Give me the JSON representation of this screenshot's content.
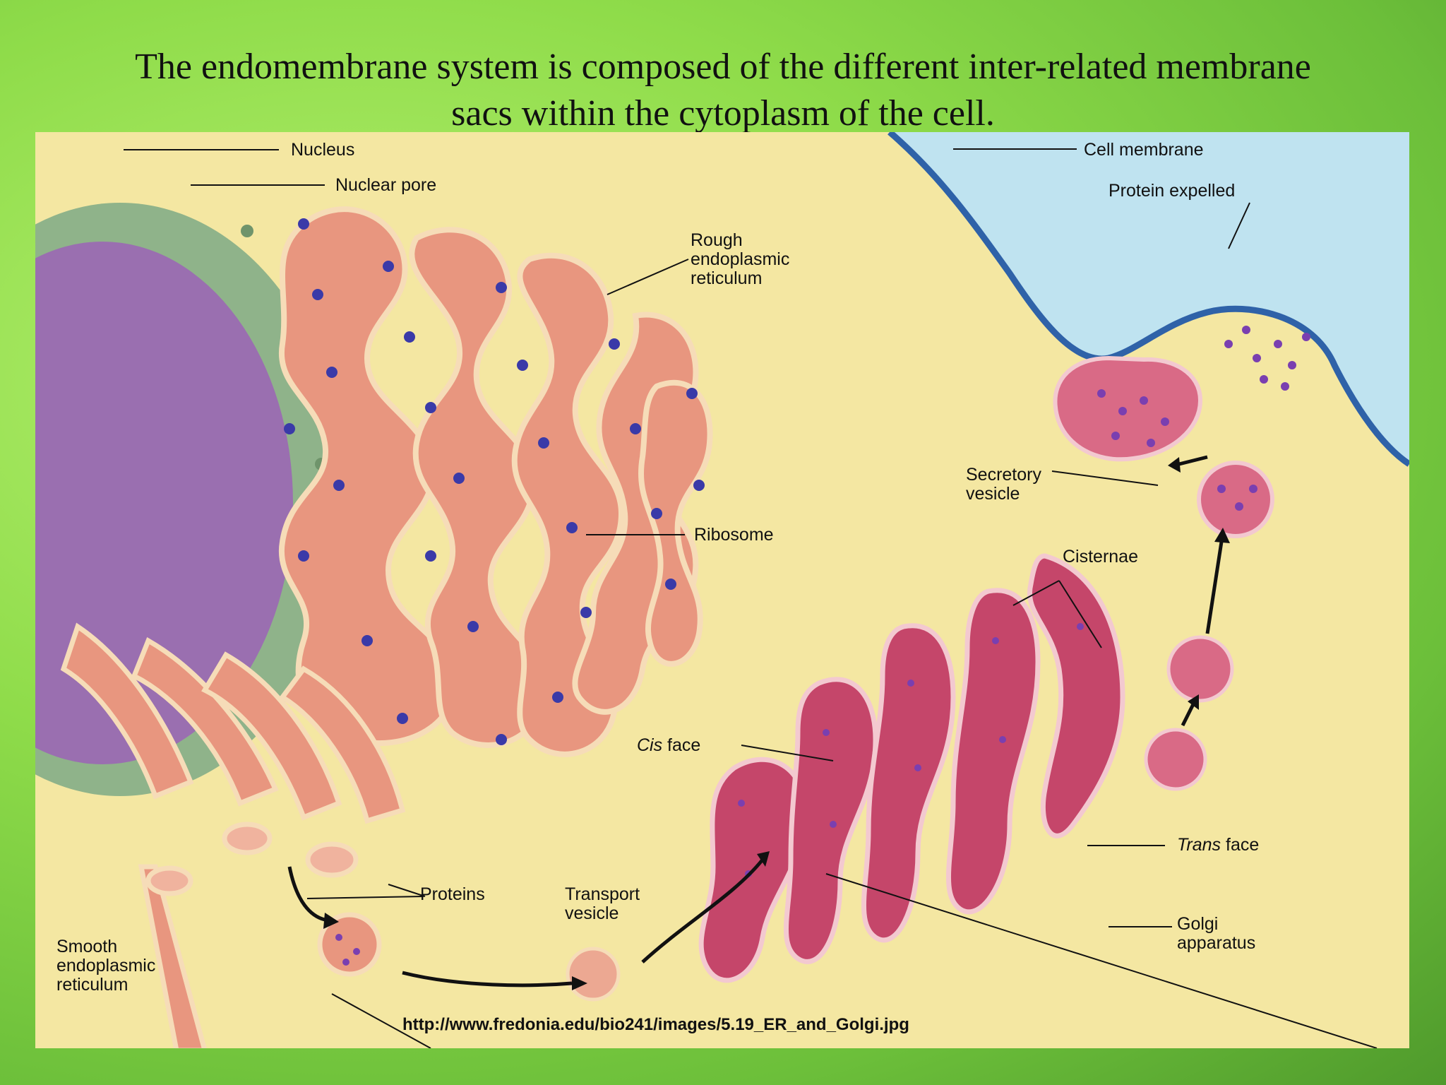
{
  "title": {
    "line1": "The endomembrane system is composed of the different  inter-related membrane",
    "line2": "sacs within the cytoplasm of the cell."
  },
  "labels": {
    "nucleus": "Nucleus",
    "nuclear_pore": "Nuclear pore",
    "rough_er": [
      "Rough",
      "endoplasmic",
      "reticulum"
    ],
    "ribosome": "Ribosome",
    "cell_membrane": "Cell membrane",
    "protein_expelled": "Protein expelled",
    "secretory_vesicle": [
      "Secretory",
      "vesicle"
    ],
    "cisternae": "Cisternae",
    "cis_face": [
      "Cis",
      " face"
    ],
    "trans_face": [
      "Trans",
      " face"
    ],
    "golgi_apparatus": [
      "Golgi",
      "apparatus"
    ],
    "proteins": "Proteins",
    "transport_vesicle": [
      "Transport",
      "vesicle"
    ],
    "smooth_er": [
      "Smooth",
      "endoplasmic",
      "reticulum"
    ]
  },
  "source_url": "http://www.fredonia.edu/bio241/images/5.19_ER_and_Golgi.jpg",
  "colors": {
    "background_green": "#8fdc4a",
    "figure_bg": "#f4e7a2",
    "cytoplasm_blue": "#bfe3f0",
    "nuclear_envelope": "#8fb38a",
    "nucleoplasm": "#9a6fb0",
    "er_fill": "#e8967f",
    "er_edge": "#f6dcb8",
    "ribosome": "#3a3aa8",
    "golgi": "#c5466a",
    "vesicle": "#d96a86"
  }
}
